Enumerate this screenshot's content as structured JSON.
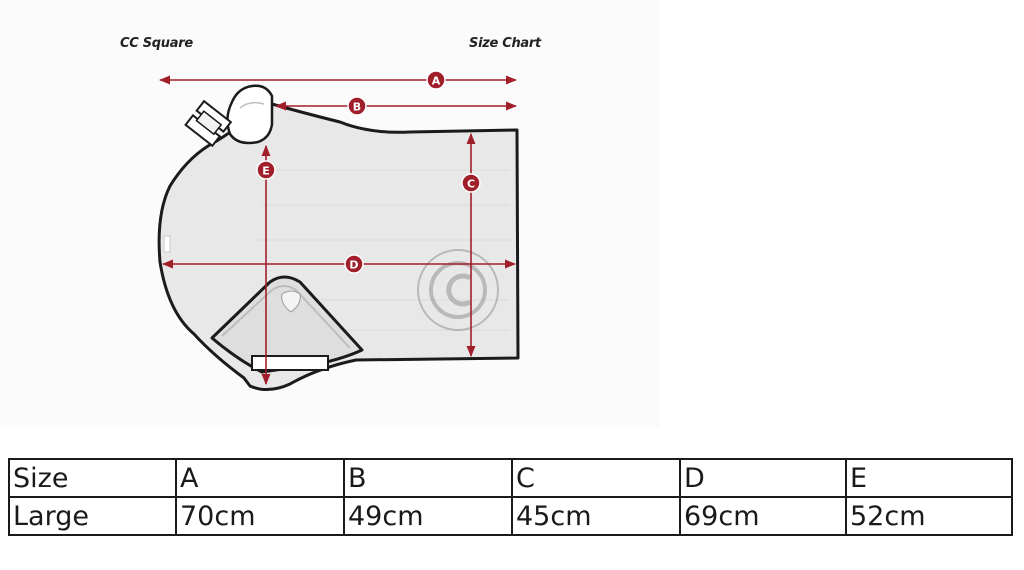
{
  "caption": {
    "left": "CC Square",
    "right": "Size Chart"
  },
  "markers": {
    "a": "A",
    "b": "B",
    "c": "C",
    "d": "D",
    "e": "E"
  },
  "colors": {
    "marker": "#a11e2b",
    "pad_fill": "#e9e9e9",
    "outline": "#1b1b1b",
    "grid": "#1a1a1a"
  },
  "table": {
    "header": [
      "Size",
      "A",
      "B",
      "C",
      "D",
      "E"
    ],
    "rows": [
      [
        "Large",
        "70cm",
        "49cm",
        "45cm",
        "69cm",
        "52cm"
      ]
    ]
  }
}
